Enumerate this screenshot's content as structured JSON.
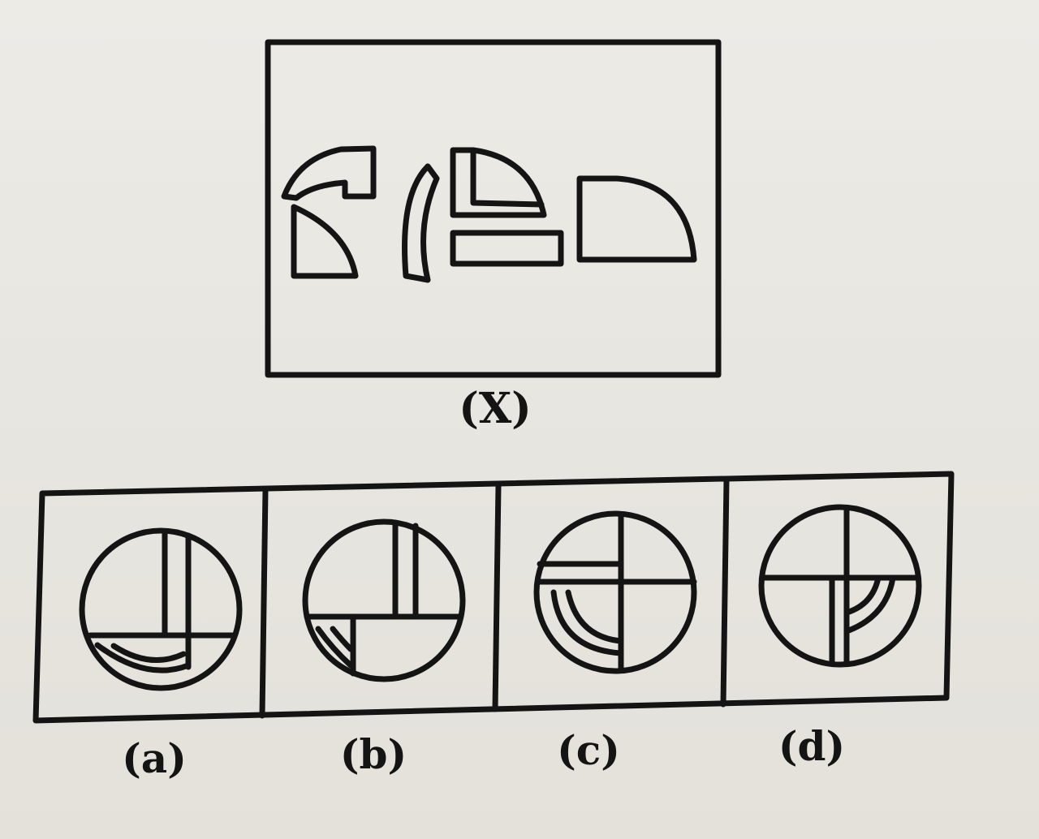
{
  "question_figure": {
    "label": "(X)",
    "pieces": [
      "quarter-arc-top-left",
      "quarter-sector-bottom-left",
      "curved-strip",
      "quarter-sector-top-middle",
      "horizontal-bar",
      "quarter-sector-right"
    ]
  },
  "options": [
    {
      "label": "(a)",
      "icon": "circle-quad-option-a"
    },
    {
      "label": "(b)",
      "icon": "circle-quad-option-b"
    },
    {
      "label": "(c)",
      "icon": "circle-quad-option-c"
    },
    {
      "label": "(d)",
      "icon": "circle-quad-option-d"
    }
  ],
  "colors": {
    "ink": "#141414",
    "paper": "#e9e7e1"
  }
}
